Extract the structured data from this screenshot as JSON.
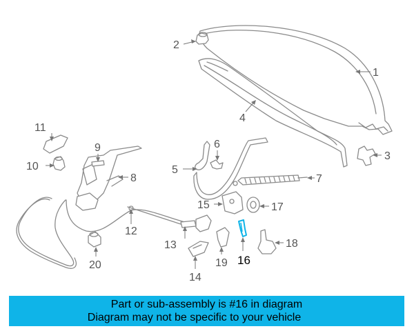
{
  "diagram": {
    "callouts": [
      {
        "id": "1",
        "label": "1"
      },
      {
        "id": "2",
        "label": "2"
      },
      {
        "id": "3",
        "label": "3"
      },
      {
        "id": "4",
        "label": "4"
      },
      {
        "id": "5",
        "label": "5"
      },
      {
        "id": "6",
        "label": "6"
      },
      {
        "id": "7",
        "label": "7"
      },
      {
        "id": "8",
        "label": "8"
      },
      {
        "id": "9",
        "label": "9"
      },
      {
        "id": "10",
        "label": "10"
      },
      {
        "id": "11",
        "label": "11"
      },
      {
        "id": "12",
        "label": "12"
      },
      {
        "id": "13",
        "label": "13"
      },
      {
        "id": "14",
        "label": "14"
      },
      {
        "id": "15",
        "label": "15"
      },
      {
        "id": "16",
        "label": "16",
        "highlighted": true
      },
      {
        "id": "17",
        "label": "17"
      },
      {
        "id": "18",
        "label": "18"
      },
      {
        "id": "19",
        "label": "19"
      },
      {
        "id": "20",
        "label": "20"
      }
    ],
    "highlight_color": "#0fb4e8"
  },
  "banner": {
    "line1": "Part or sub-assembly is #16 in diagram",
    "line2": "Diagram may not be specific to your vehicle",
    "background": "#0fb4e8"
  }
}
